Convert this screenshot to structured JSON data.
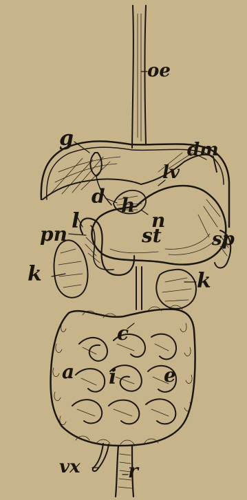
{
  "colors": {
    "background": "#c8b48a",
    "ink": "#1b1610"
  },
  "labels": {
    "oe": "oe",
    "g": "g",
    "dm": "dm",
    "lv": "lv",
    "d": "d",
    "h": "h",
    "n": "n",
    "l": "l",
    "pn": "pn",
    "st": "st",
    "sp": "sp",
    "k_left": "k",
    "k_right": "k",
    "c": "c",
    "a": "a",
    "i": "i",
    "e": "e",
    "vx": "vx",
    "r": "r"
  }
}
